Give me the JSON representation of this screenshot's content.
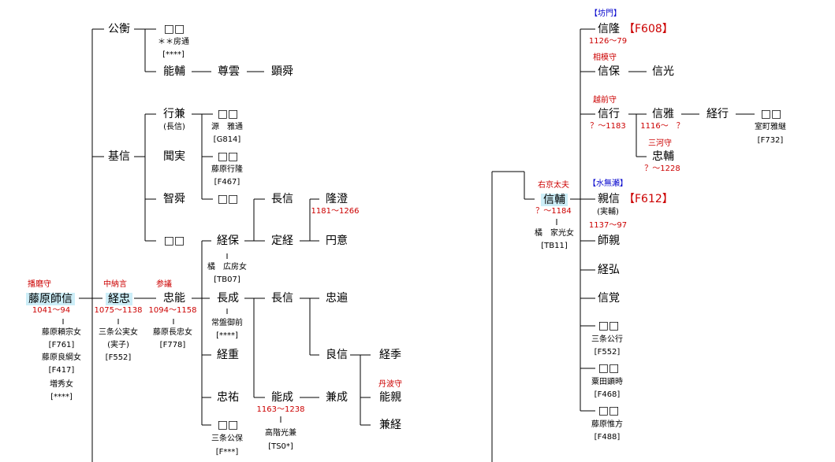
{
  "colors": {
    "title_red": "#cc0000",
    "clan_blue": "#0000cc",
    "highlight": "#cdeef8"
  },
  "left": {
    "morozane": {
      "title": "播磨守",
      "name": "藤原師信",
      "years": "1041～94"
    },
    "morozane_wives": [
      "藤原頼宗女",
      "[F761]",
      "藤原良綱女",
      "[F417]",
      "増秀女",
      "[****]"
    ],
    "tsunetada": {
      "title": "中納言",
      "name": "経忠",
      "years": "1075～1138",
      "wife": "三条公実女",
      "wife_note": "(実子)",
      "code": "[F552]"
    },
    "tadayoshi": {
      "title": "参議",
      "name": "忠能",
      "years": "1094～1158",
      "wife": "藤原長忠女",
      "code": "[F778]"
    },
    "kinhira": {
      "name": "公衡",
      "child": "□□",
      "child_wife": "＊＊房通",
      "child_code": "[****]"
    },
    "nosuke": {
      "name": "能輔",
      "son": "尊雲",
      "grandson": "顕舜"
    },
    "motonobu": {
      "name": "基信"
    },
    "yukikane": {
      "name": "行兼",
      "note": "(長信)",
      "child": "□□",
      "child_wife": "源　雅通",
      "child_code": "[G814]"
    },
    "kirisane": {
      "name": "聞実",
      "child": "□□",
      "child_wife": "藤原行隆",
      "child_code": "[F467]"
    },
    "chishun": {
      "name": "智舜",
      "child": "□□"
    },
    "unknown1": {
      "name": "□□"
    },
    "tsuneyasu": {
      "name": "経保",
      "wife": "橘　広房女",
      "code": "[TB07]"
    },
    "naganobu1": {
      "name": "長信"
    },
    "sadatsune": {
      "name": "定経"
    },
    "ryucho": {
      "name": "隆澄",
      "years": "1181～1266"
    },
    "eni": {
      "name": "円意"
    },
    "nagashige": {
      "name": "長成",
      "wife": "常盤御前",
      "code": "[****]"
    },
    "naganobu2": {
      "name": "長信"
    },
    "chuhen": {
      "name": "忠遍"
    },
    "yoshinobu": {
      "name": "良信"
    },
    "tsunesue": {
      "name": "経季"
    },
    "tsuneshige": {
      "name": "経重"
    },
    "tadasuke": {
      "name": "忠祐"
    },
    "unknown2": {
      "name": "□□",
      "wife": "三条公保",
      "code": "[F***]"
    },
    "yoshinari": {
      "name": "能成",
      "years": "1163～1238",
      "wife": "高階光兼",
      "code": "[TS0*]"
    },
    "kanenari": {
      "name": "兼成"
    },
    "yoshichika": {
      "title": "丹波守",
      "name": "能親"
    },
    "kanetsune": {
      "name": "兼経"
    }
  },
  "right": {
    "nobusuke": {
      "title": "右京太夫",
      "name": "信輔",
      "years": "？～1184",
      "wife": "橘　家光女",
      "code": "[TB11]"
    },
    "nobutaka": {
      "clan": "【坊門】",
      "name": "信隆",
      "ref": "【F608】",
      "years": "1126～79"
    },
    "nobuyasu": {
      "title": "相模守",
      "name": "信保",
      "son": "信光"
    },
    "nobuyuki": {
      "title": "越前守",
      "name": "信行",
      "years": "？～1183"
    },
    "nobumasa": {
      "name": "信雅",
      "years": "1116～　？"
    },
    "tsuneyuki": {
      "name": "経行"
    },
    "muromachi": {
      "name": "□□",
      "wife": "室町雅継",
      "code": "[F732]"
    },
    "tadasuke": {
      "title": "三河守",
      "name": "忠輔",
      "years": "？～1228"
    },
    "chikanobu": {
      "clan": "【水無瀬】",
      "name": "親信",
      "ref": "【F612】",
      "note": "(実輔)",
      "years": "1137～97"
    },
    "morochika": {
      "name": "師親"
    },
    "tsunehiro": {
      "name": "経弘"
    },
    "nobuaki": {
      "name": "信覚"
    },
    "sanjo": {
      "name": "□□",
      "wife": "三条公行",
      "code": "[F552]"
    },
    "awata": {
      "name": "□□",
      "wife": "粟田顕時",
      "code": "[F468]"
    },
    "korekata": {
      "name": "□□",
      "wife": "藤原惟方",
      "code": "[F488]"
    }
  }
}
